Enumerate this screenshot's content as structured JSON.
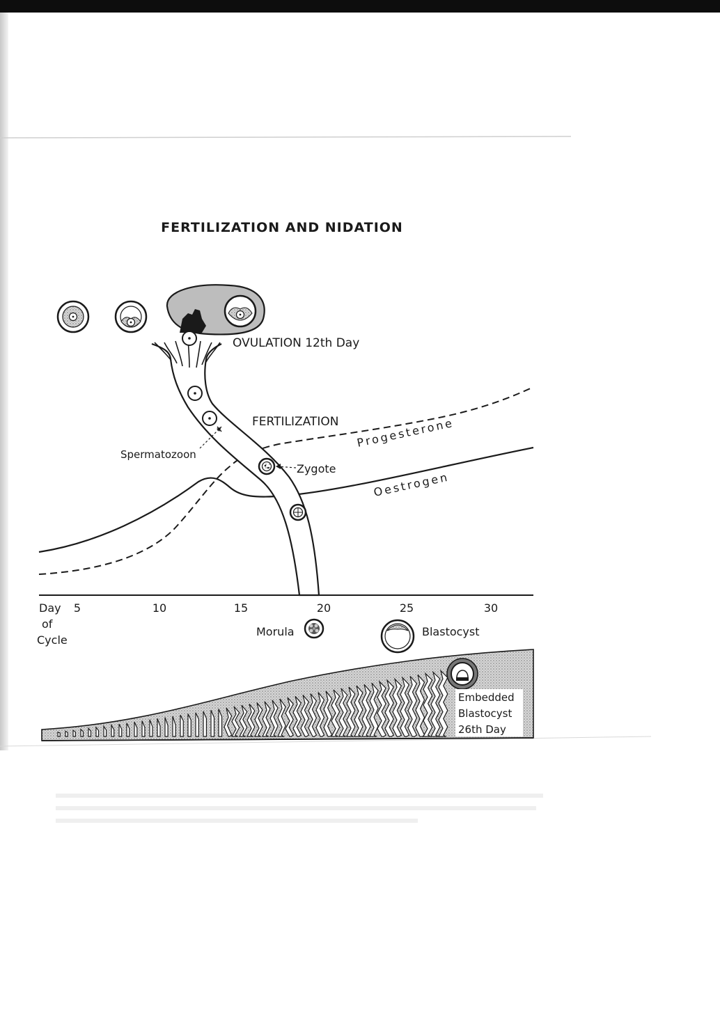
{
  "title": "FERTILIZATION AND NIDATION",
  "labels": {
    "ovulation": "OVULATION 12th Day",
    "fertilization": "FERTILIZATION",
    "spermatozoon": "Spermatozoon",
    "zygote": "Zygote",
    "progesterone": "Progesterone",
    "oestrogen": "Oestrogen",
    "morula": "Morula",
    "blastocyst": "Blastocyst",
    "embedded_line1": "Embedded",
    "embedded_line2": "Blastocyst",
    "embedded_line3": "26th Day"
  },
  "axis": {
    "label_line1": "Day",
    "label_line2": "of",
    "label_line3": "Cycle",
    "ticks": [
      "5",
      "10",
      "15",
      "20",
      "25",
      "30"
    ]
  },
  "colors": {
    "ink": "#1a1a1a",
    "ovary_fill": "#bdbdbd",
    "endometrium_fill": "#cfcfcf",
    "stipple": "#8a8a8a",
    "page": "#ffffff",
    "top_bar": "#0d0d0d"
  }
}
